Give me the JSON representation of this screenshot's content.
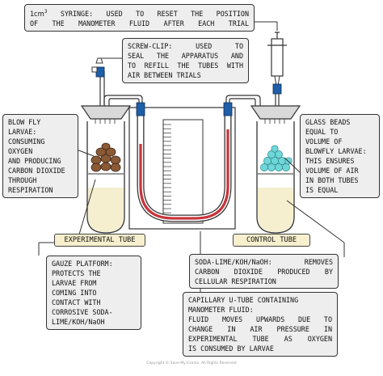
{
  "callouts": {
    "syringe": {
      "line1_prefix": "1",
      "line1_unit": "cm",
      "line1_sup": "3",
      "line1_rest": " SYRINGE: USED TO RESET THE POSITION",
      "line2": "OF THE MANOMETER FLUID AFTER EACH TRIAL"
    },
    "screw_clip": {
      "lines": [
        "SCREW-CLIP: USED TO",
        "SEAL THE APPARATUS AND",
        "TO REFILL THE TUBES WITH",
        "AIR BETWEEN TRIALS"
      ]
    },
    "larvae": {
      "lines": [
        "BLOW FLY",
        "LARVAE:",
        "CONSUMING",
        "OXYGEN",
        "AND PRODUCING",
        "CARBON DIOXIDE",
        "THROUGH",
        "RESPIRATION"
      ]
    },
    "glass_beads": {
      "lines": [
        "GLASS BEADS",
        "EQUAL TO",
        "VOLUME OF",
        "BLOWFLY LARVAE:",
        "THIS ENSURES",
        "VOLUME OF AIR",
        "IN BOTH TUBES",
        "IS EQUAL"
      ]
    },
    "gauze": {
      "lines": [
        "GAUZE PLATFORM:",
        "PROTECTS THE",
        "LARVAE FROM",
        "COMING INTO",
        "CONTACT WITH",
        "CORROSIVE SODA-",
        "LIME/KOH/NaOH"
      ]
    },
    "soda_lime": {
      "lines": [
        "SODA-LIME/KOH/NaOH: REMOVES",
        "CARBON DIOXIDE PRODUCED BY",
        "CELLULAR RESPIRATION"
      ]
    },
    "capillary": {
      "lines": [
        "CAPILLARY U-TUBE CONTAINING",
        "MANOMETER FLUID:",
        "FLUID MOVES UPWARDS DUE TO",
        "CHANGE IN AIR PRESSURE IN",
        "EXPERIMENTAL TUBE AS OXYGEN",
        "IS CONSUMED BY LARVAE"
      ]
    }
  },
  "tags": {
    "experimental": "EXPERIMENTAL TUBE",
    "control": "CONTROL TUBE"
  },
  "footer": {
    "copyright": "Copyright © Save My Exams. All Rights Reserved"
  },
  "colors": {
    "callout_bg": "#eeeeee",
    "tag_bg": "#f7efcd",
    "tube_fluid": "#c8343a",
    "connector": "#1f5fa8",
    "larvae": "#8a5a35",
    "glass_beads": "#6fd6d9",
    "soda_lime": "#f5efcf"
  }
}
